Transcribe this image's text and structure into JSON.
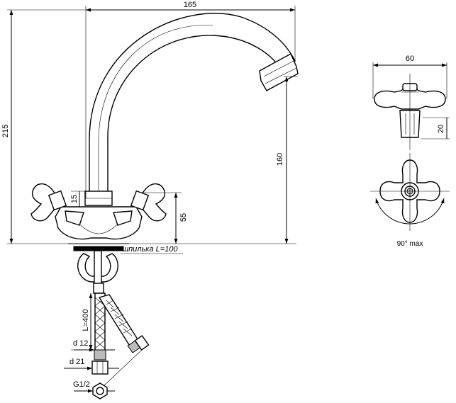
{
  "dimensions": {
    "spout_width": "165",
    "total_height": "215",
    "spout_height": "160",
    "handle_offset": "15",
    "valve_height": "55",
    "stud_length": "шпилька L=100",
    "hose_length": "L=400",
    "hose_d12": "d 12",
    "hose_d21": "d 21",
    "thread": "G1/2",
    "handle_width": "60",
    "handle_height": "20",
    "rotation_angle": "90° max"
  }
}
